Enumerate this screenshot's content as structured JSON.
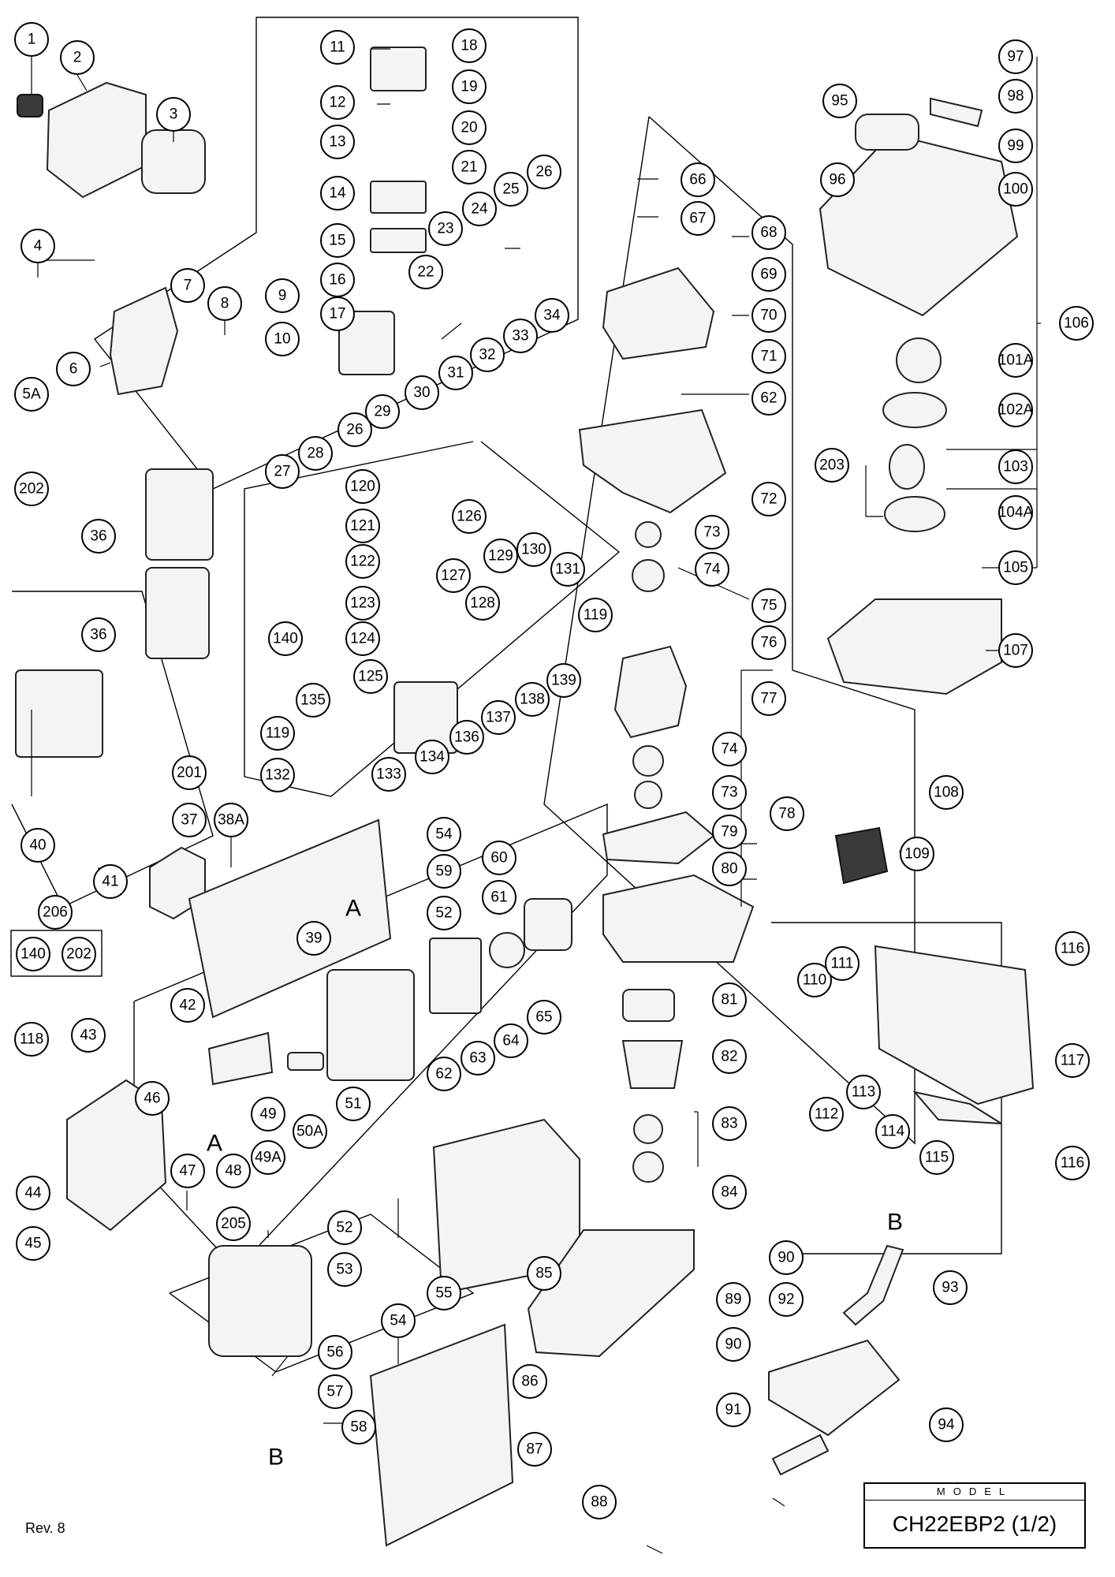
{
  "callouts": [
    {
      "label": "1"
    },
    {
      "label": "2"
    },
    {
      "label": "3"
    },
    {
      "label": "4"
    },
    {
      "label": "5A"
    },
    {
      "label": "6"
    },
    {
      "label": "7"
    },
    {
      "label": "8"
    },
    {
      "label": "9"
    },
    {
      "label": "10"
    },
    {
      "label": "11"
    },
    {
      "label": "12"
    },
    {
      "label": "13"
    },
    {
      "label": "14"
    },
    {
      "label": "15"
    },
    {
      "label": "16"
    },
    {
      "label": "17"
    },
    {
      "label": "18"
    },
    {
      "label": "19"
    },
    {
      "label": "20"
    },
    {
      "label": "21"
    },
    {
      "label": "22"
    },
    {
      "label": "23"
    },
    {
      "label": "24"
    },
    {
      "label": "25"
    },
    {
      "label": "26"
    },
    {
      "label": "26"
    },
    {
      "label": "27"
    },
    {
      "label": "28"
    },
    {
      "label": "29"
    },
    {
      "label": "30"
    },
    {
      "label": "31"
    },
    {
      "label": "32"
    },
    {
      "label": "33"
    },
    {
      "label": "34"
    },
    {
      "label": "36"
    },
    {
      "label": "36"
    },
    {
      "label": "37"
    },
    {
      "label": "38A"
    },
    {
      "label": "39"
    },
    {
      "label": "40"
    },
    {
      "label": "41"
    },
    {
      "label": "42"
    },
    {
      "label": "43"
    },
    {
      "label": "44"
    },
    {
      "label": "45"
    },
    {
      "label": "46"
    },
    {
      "label": "47"
    },
    {
      "label": "48"
    },
    {
      "label": "49"
    },
    {
      "label": "49A"
    },
    {
      "label": "50A"
    },
    {
      "label": "51"
    },
    {
      "label": "52"
    },
    {
      "label": "52"
    },
    {
      "label": "53"
    },
    {
      "label": "54"
    },
    {
      "label": "54"
    },
    {
      "label": "55"
    },
    {
      "label": "56"
    },
    {
      "label": "57"
    },
    {
      "label": "58"
    },
    {
      "label": "59"
    },
    {
      "label": "60"
    },
    {
      "label": "61"
    },
    {
      "label": "62"
    },
    {
      "label": "62"
    },
    {
      "label": "63"
    },
    {
      "label": "64"
    },
    {
      "label": "65"
    },
    {
      "label": "66"
    },
    {
      "label": "67"
    },
    {
      "label": "68"
    },
    {
      "label": "69"
    },
    {
      "label": "70"
    },
    {
      "label": "71"
    },
    {
      "label": "72"
    },
    {
      "label": "73"
    },
    {
      "label": "74"
    },
    {
      "label": "75"
    },
    {
      "label": "76"
    },
    {
      "label": "77"
    },
    {
      "label": "74"
    },
    {
      "label": "73"
    },
    {
      "label": "78"
    },
    {
      "label": "79"
    },
    {
      "label": "80"
    },
    {
      "label": "81"
    },
    {
      "label": "82"
    },
    {
      "label": "83"
    },
    {
      "label": "84"
    },
    {
      "label": "85"
    },
    {
      "label": "86"
    },
    {
      "label": "87"
    },
    {
      "label": "88"
    },
    {
      "label": "89"
    },
    {
      "label": "90"
    },
    {
      "label": "90"
    },
    {
      "label": "91"
    },
    {
      "label": "92"
    },
    {
      "label": "93"
    },
    {
      "label": "94"
    },
    {
      "label": "95"
    },
    {
      "label": "96"
    },
    {
      "label": "97"
    },
    {
      "label": "98"
    },
    {
      "label": "99"
    },
    {
      "label": "100"
    },
    {
      "label": "101A"
    },
    {
      "label": "102A"
    },
    {
      "label": "103"
    },
    {
      "label": "104A"
    },
    {
      "label": "105"
    },
    {
      "label": "106"
    },
    {
      "label": "107"
    },
    {
      "label": "108"
    },
    {
      "label": "109"
    },
    {
      "label": "110"
    },
    {
      "label": "111"
    },
    {
      "label": "112"
    },
    {
      "label": "113"
    },
    {
      "label": "114"
    },
    {
      "label": "115"
    },
    {
      "label": "116"
    },
    {
      "label": "116"
    },
    {
      "label": "117"
    },
    {
      "label": "118"
    },
    {
      "label": "119"
    },
    {
      "label": "119"
    },
    {
      "label": "120"
    },
    {
      "label": "121"
    },
    {
      "label": "122"
    },
    {
      "label": "123"
    },
    {
      "label": "124"
    },
    {
      "label": "125"
    },
    {
      "label": "126"
    },
    {
      "label": "127"
    },
    {
      "label": "128"
    },
    {
      "label": "129"
    },
    {
      "label": "130"
    },
    {
      "label": "131"
    },
    {
      "label": "132"
    },
    {
      "label": "133"
    },
    {
      "label": "134"
    },
    {
      "label": "135"
    },
    {
      "label": "136"
    },
    {
      "label": "137"
    },
    {
      "label": "138"
    },
    {
      "label": "139"
    },
    {
      "label": "140"
    },
    {
      "label": "140"
    },
    {
      "label": "201"
    },
    {
      "label": "202"
    },
    {
      "label": "202"
    },
    {
      "label": "203"
    },
    {
      "label": "205"
    },
    {
      "label": "206"
    }
  ],
  "markers": {
    "a_top": "A",
    "a_bottom": "A",
    "b_left": "B",
    "b_right": "B"
  },
  "footer": {
    "revision": "Rev. 8",
    "model_label": "MODEL",
    "model_name": "CH22EBP2 (1/2)"
  }
}
